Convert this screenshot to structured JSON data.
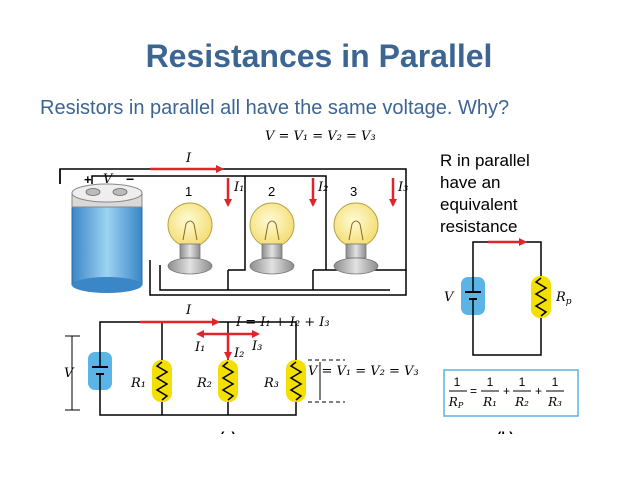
{
  "title": "Resistances in Parallel",
  "subtitle": "Resistors in parallel all have the same voltage. Why?",
  "side_note": {
    "line1": "R in parallel",
    "line2": "have an",
    "line3": "equivalent",
    "line4": "resistance"
  },
  "figure_a": {
    "top_equation": "V = V₁ = V₂ = V₃",
    "battery_plus": "+",
    "battery_minus": "−",
    "battery_v": "V",
    "top_current": "I",
    "bulbs": [
      {
        "number": "1",
        "current": "I₁"
      },
      {
        "number": "2",
        "current": "I₂"
      },
      {
        "number": "3",
        "current": "I₃"
      }
    ],
    "schematic_current": "I",
    "current_equation": "I = I₁ + I₂ + I₃",
    "branch_i1": "I₁",
    "branch_i2": "I₂",
    "branch_i3": "I₃",
    "source_label": "V",
    "resistors": [
      "R₁",
      "R₂",
      "R₃"
    ],
    "voltage_equation": "V = V₁ = V₂ = V₃",
    "caption": "(a)"
  },
  "figure_b": {
    "source_label": "V",
    "resistor_label": "R",
    "resistor_sub": "p",
    "formula": {
      "lhs_num": "1",
      "lhs_den": "R",
      "lhs_den_sub": "P",
      "eq": "=",
      "terms": [
        {
          "num": "1",
          "den": "R₁"
        },
        {
          "num": "1",
          "den": "R₂"
        },
        {
          "num": "1",
          "den": "R₃"
        }
      ],
      "plus": "+"
    },
    "caption": "(b)"
  },
  "colors": {
    "title": "#3d6592",
    "arrow": "#e0242b",
    "resistor": "#f4e000",
    "battery": "#5ab4e5",
    "formula_border": "#5ab4e5"
  }
}
